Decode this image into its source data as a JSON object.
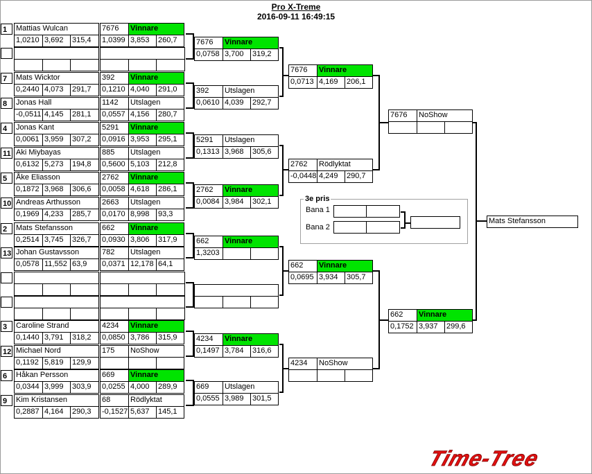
{
  "header": {
    "title": "Pro X-Treme",
    "datetime": "2016-09-11 16:49:15"
  },
  "logo": {
    "text": "Time-Tree",
    "color": "#e01010"
  },
  "colors": {
    "winner": "#00e400"
  },
  "seeds": {
    "s1": "1",
    "s7": "7",
    "s8": "8",
    "s4": "4",
    "s11": "11",
    "s5": "5",
    "s10": "10",
    "s2": "2",
    "s13": "13",
    "s3": "3",
    "s12": "12",
    "s6": "6",
    "s9": "9"
  },
  "racers": {
    "r1": {
      "name": "Mattias Wulcan",
      "rt": "1,0210",
      "et": "3,692",
      "speed": "315,4"
    },
    "r7": {
      "name": "Mats Wicktor",
      "rt": "0,2440",
      "et": "4,073",
      "speed": "291,7"
    },
    "r8": {
      "name": "Jonas Hall",
      "rt": "-0,0511",
      "et": "4,145",
      "speed": "281,1"
    },
    "r4": {
      "name": "Jonas Kant",
      "rt": "0,0061",
      "et": "3,959",
      "speed": "307,2"
    },
    "r11": {
      "name": "Aki Miybayas",
      "rt": "0,6132",
      "et": "5,273",
      "speed": "194,8"
    },
    "r5": {
      "name": "Åke Eliasson",
      "rt": "0,1872",
      "et": "3,968",
      "speed": "306,6"
    },
    "r10": {
      "name": "Andreas Arthusson",
      "rt": "0,1969",
      "et": "4,233",
      "speed": "285,7"
    },
    "r2": {
      "name": "Mats Stefansson",
      "rt": "0,2514",
      "et": "3,745",
      "speed": "326,7"
    },
    "r13": {
      "name": "Johan Gustavsson",
      "rt": "0,0578",
      "et": "11,552",
      "speed": "63,9"
    },
    "r3": {
      "name": "Caroline Strand",
      "rt": "0,1440",
      "et": "3,791",
      "speed": "318,2"
    },
    "r12": {
      "name": "Michael Nord",
      "rt": "0,1192",
      "et": "5,819",
      "speed": "129,9"
    },
    "r6": {
      "name": "Håkan Persson",
      "rt": "0,0344",
      "et": "3,999",
      "speed": "303,9"
    },
    "r9": {
      "name": "Kim Kristansen",
      "rt": "0,2887",
      "et": "4,164",
      "speed": "290,3"
    }
  },
  "round1": {
    "m1": {
      "no": "7676",
      "result": "Vinnare",
      "rt": "1,0399",
      "et": "3,853",
      "speed": "260,7"
    },
    "m2": {
      "no": "392",
      "result": "Vinnare",
      "rt": "0,1210",
      "et": "4,040",
      "speed": "291,0"
    },
    "m3": {
      "no": "1142",
      "result": "Utslagen",
      "rt": "0,0557",
      "et": "4,156",
      "speed": "280,7"
    },
    "m4": {
      "no": "5291",
      "result": "Vinnare",
      "rt": "0,0916",
      "et": "3,953",
      "speed": "295,1"
    },
    "m5": {
      "no": "885",
      "result": "Utslagen",
      "rt": "0,5600",
      "et": "5,103",
      "speed": "212,8"
    },
    "m6": {
      "no": "2762",
      "result": "Vinnare",
      "rt": "0,0058",
      "et": "4,618",
      "speed": "286,1"
    },
    "m7": {
      "no": "2663",
      "result": "Utslagen",
      "rt": "0,0170",
      "et": "8,998",
      "speed": "93,3"
    },
    "m8": {
      "no": "662",
      "result": "Vinnare",
      "rt": "0,0930",
      "et": "3,806",
      "speed": "317,9"
    },
    "m9": {
      "no": "782",
      "result": "Utslagen",
      "rt": "0,0371",
      "et": "12,178",
      "speed": "64,1"
    },
    "m10": {
      "no": "4234",
      "result": "Vinnare",
      "rt": "0,0850",
      "et": "3,786",
      "speed": "315,9"
    },
    "m11": {
      "no": "175",
      "result": "NoShow",
      "rt": "",
      "et": "",
      "speed": ""
    },
    "m12": {
      "no": "669",
      "result": "Vinnare",
      "rt": "0,0255",
      "et": "4,000",
      "speed": "289,9"
    },
    "m13": {
      "no": "68",
      "result": "Rödlyktat",
      "rt": "-0,1527",
      "et": "5,637",
      "speed": "145,1"
    }
  },
  "round2": {
    "q1": {
      "no": "7676",
      "result": "Vinnare",
      "rt": "0,0758",
      "et": "3,700",
      "speed": "319,2"
    },
    "q2": {
      "no": "392",
      "result": "Utslagen",
      "rt": "0,0610",
      "et": "4,039",
      "speed": "292,7"
    },
    "q3": {
      "no": "5291",
      "result": "Utslagen",
      "rt": "0,1313",
      "et": "3,968",
      "speed": "305,6"
    },
    "q4": {
      "no": "2762",
      "result": "Vinnare",
      "rt": "0,0084",
      "et": "3,984",
      "speed": "302,1"
    },
    "q5": {
      "no": "662",
      "result": "Vinnare",
      "rt": "1,3203",
      "et": "",
      "speed": ""
    },
    "q7": {
      "no": "4234",
      "result": "Vinnare",
      "rt": "0,1497",
      "et": "3,784",
      "speed": "316,6"
    },
    "q8": {
      "no": "669",
      "result": "Utslagen",
      "rt": "0,0555",
      "et": "3,989",
      "speed": "301,5"
    }
  },
  "round3": {
    "s1": {
      "no": "7676",
      "result": "Vinnare",
      "rt": "0,0713",
      "et": "4,169",
      "speed": "206,1"
    },
    "s2": {
      "no": "2762",
      "result": "Rödlyktat",
      "rt": "-0,0448",
      "et": "4,249",
      "speed": "290,7"
    },
    "s3": {
      "no": "662",
      "result": "Vinnare",
      "rt": "0,0695",
      "et": "3,934",
      "speed": "305,7"
    },
    "s4": {
      "no": "4234",
      "result": "NoShow",
      "rt": "",
      "et": "",
      "speed": ""
    }
  },
  "final": {
    "f1": {
      "no": "7676",
      "result": "NoShow"
    },
    "f2": {
      "no": "662",
      "result": "Vinnare",
      "rt": "0,1752",
      "et": "3,937",
      "speed": "299,6"
    }
  },
  "champion": "Mats Stefansson",
  "third_place": {
    "title": "3e pris",
    "lane1": "Bana 1",
    "lane2": "Bana 2"
  }
}
